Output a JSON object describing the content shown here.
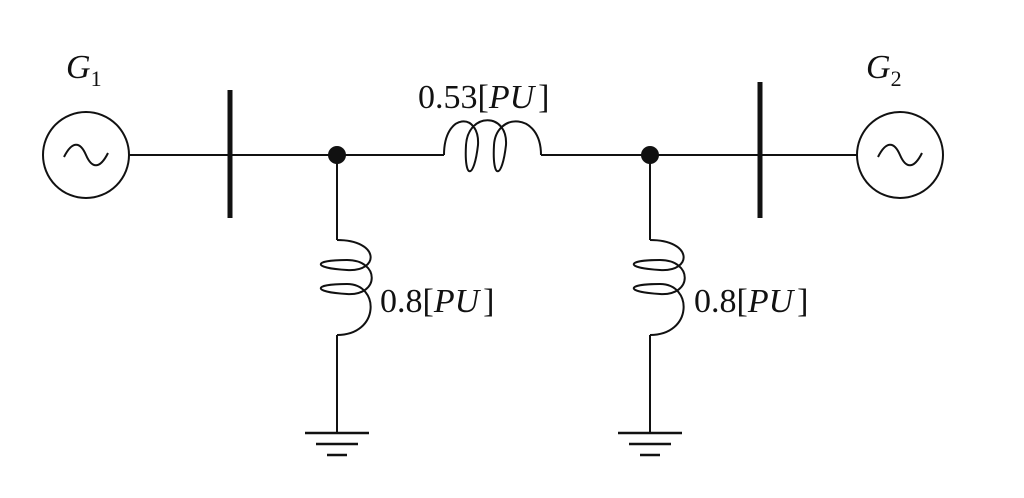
{
  "generators": [
    {
      "symbol": "G",
      "subscript": "1"
    },
    {
      "symbol": "G",
      "subscript": "2"
    }
  ],
  "series_reactance": {
    "value": "0.53",
    "open": "[",
    "unit": "PU",
    "close": "]"
  },
  "shunt_left": {
    "value": "0.8",
    "open": "[",
    "unit": "PU",
    "close": "]"
  },
  "shunt_right": {
    "value": "0.8",
    "open": "[",
    "unit": "PU",
    "close": "]"
  }
}
